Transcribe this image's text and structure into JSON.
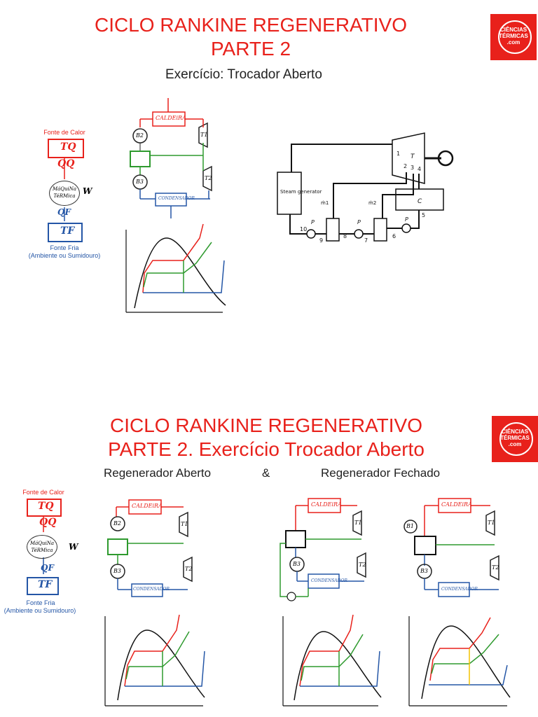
{
  "slide1": {
    "title_line1": "CICLO RANKINE REGENERATIVO",
    "title_line2": "PARTE 2",
    "subtitle": "Exercício: Trocador Aberto",
    "logo": {
      "line1": "CIÊNCIAS",
      "line2": "TÉRMICAS",
      "line3": ".com"
    },
    "source_label": "Fonte de Calor",
    "sink_label": "Fonte Fria",
    "sink_sublabel": "(Ambiente ou Sumidouro)",
    "machine_line1": "MáQuiNa",
    "machine_line2": "TéRMica",
    "work_symbol": "W",
    "hot_symbol": "TQ",
    "cold_symbol": "TF",
    "heat_in": "QQ",
    "heat_out": "QF",
    "boiler_label": "CALDEiRA",
    "condenser_label": "CONDENSADOR",
    "pump_b2": "B2",
    "pump_b3": "B3",
    "turb_t1": "T1",
    "turb_t2": "T2",
    "fig": {
      "steam_gen": "Steam generator",
      "turbine": "T",
      "condenser": "C",
      "m1": "ṁ1",
      "m2": "ṁ2",
      "p": "P",
      "nums": [
        "1",
        "2",
        "3",
        "4",
        "5",
        "6",
        "7",
        "8",
        "9",
        "10"
      ]
    }
  },
  "slide2": {
    "title_line1": "CICLO RANKINE REGENERATIVO",
    "title_line2": "PARTE 2. Exercício Trocador Aberto",
    "label_open": "Regenerador Aberto",
    "amp": "&",
    "label_closed": "Regenerador Fechado",
    "logo": {
      "line1": "CIÊNCIAS",
      "line2": "TÉRMICAS",
      "line3": ".com"
    },
    "source_label": "Fonte de Calor",
    "sink_label": "Fonte Fria",
    "sink_sublabel": "(Ambiente ou Sumidouro)",
    "pump_b1": "B1"
  },
  "colors": {
    "red": "#e8211b",
    "green": "#2e9a2e",
    "blue": "#2456a6",
    "yellow": "#f2c200",
    "black": "#111111"
  }
}
